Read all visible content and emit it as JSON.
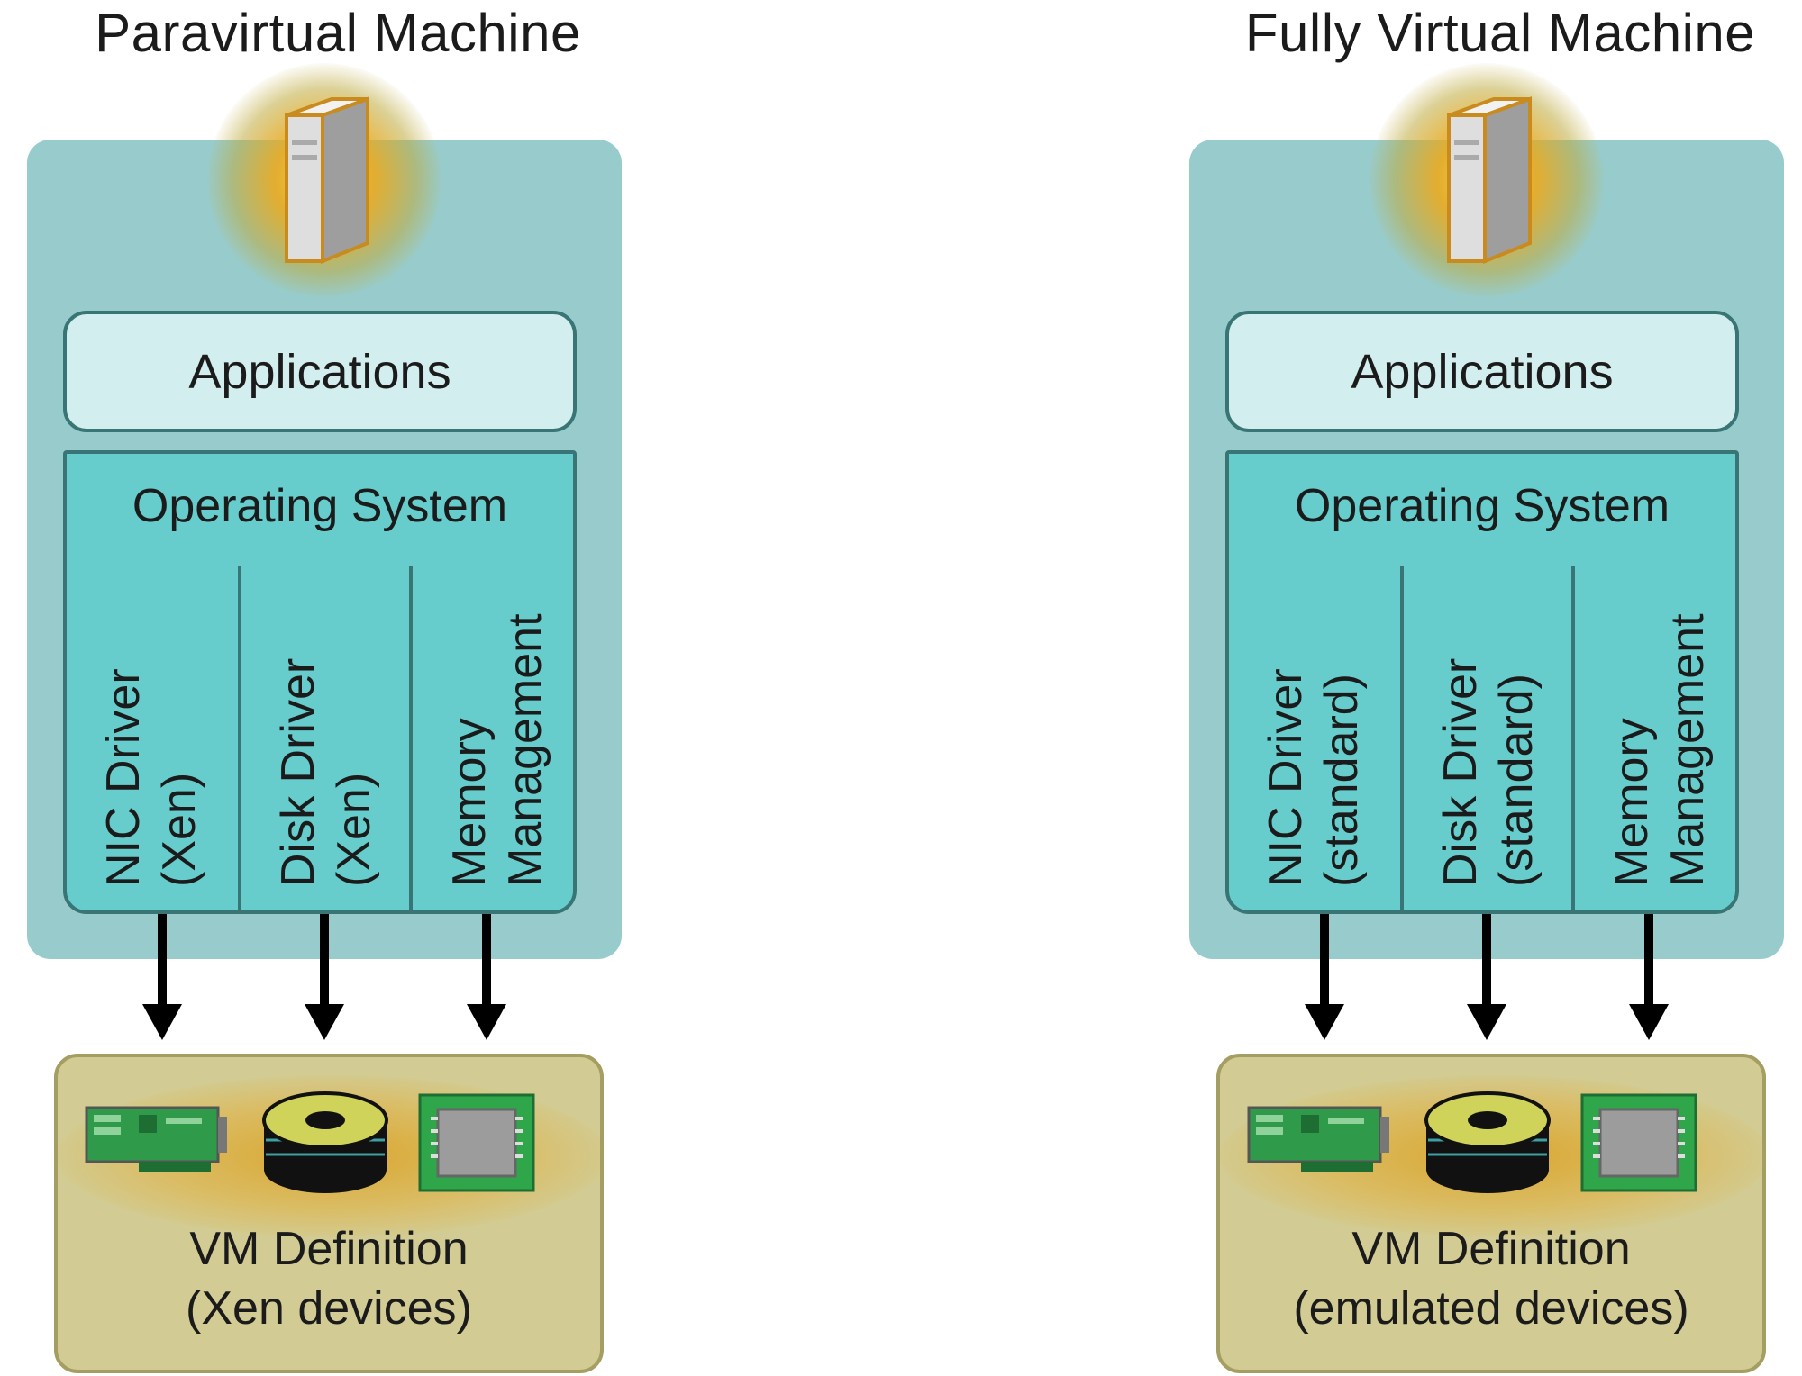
{
  "left": {
    "title": "Paravirtual Machine",
    "applications": "Applications",
    "os": "Operating System",
    "columns": [
      {
        "line1": "NIC Driver",
        "line2": "(Xen)"
      },
      {
        "line1": "Disk Driver",
        "line2": "(Xen)"
      },
      {
        "line1": "Memory",
        "line2": "Management"
      }
    ],
    "definition": {
      "line1": "VM Definition",
      "line2": "(Xen devices)"
    }
  },
  "right": {
    "title": "Fully Virtual Machine",
    "applications": "Applications",
    "os": "Operating System",
    "columns": [
      {
        "line1": "NIC Driver",
        "line2": "(standard)"
      },
      {
        "line1": "Disk Driver",
        "line2": "(standard)"
      },
      {
        "line1": "Memory",
        "line2": "Management"
      }
    ],
    "definition": {
      "line1": "VM Definition",
      "line2": "(emulated devices)"
    }
  },
  "icons": {
    "server": "server-icon",
    "nic": "network-card-icon",
    "disk": "disk-icon",
    "memory": "memory-chip-icon"
  },
  "colors": {
    "vm_box": "#98cccc",
    "applications": "#d3eeee",
    "operating_system": "#66cccc",
    "definition": "#d2cc94",
    "glow": "#f2b830"
  }
}
